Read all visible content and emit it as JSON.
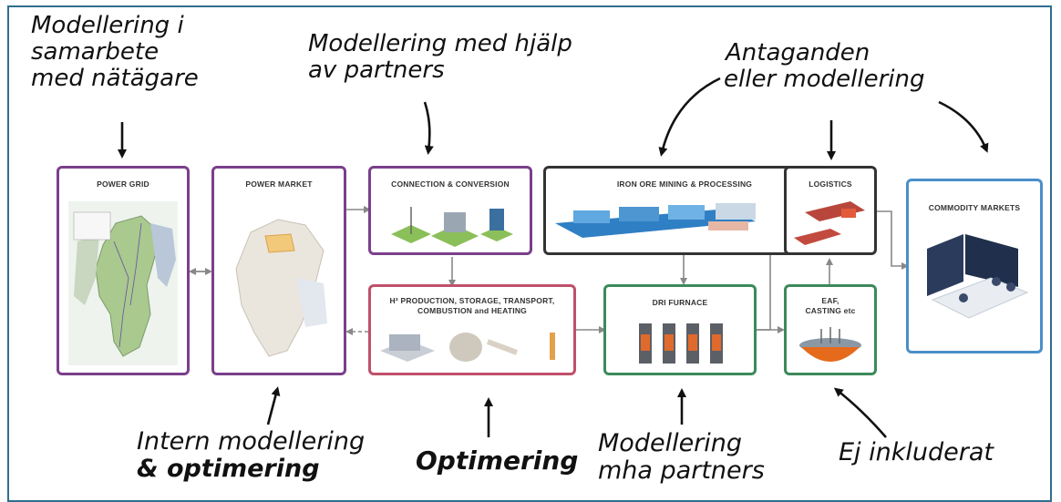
{
  "annotations": {
    "nat_partner": [
      "Modellering i",
      "samarbete",
      "med nätägare"
    ],
    "hjalp_partners": [
      "Modellering med hjälp",
      "av partners"
    ],
    "antaganden": [
      "Antaganden",
      "eller modellering"
    ],
    "intern": [
      "Intern modellering",
      "& optimering"
    ],
    "optimering": "Optimering",
    "mha_partners": [
      "Modellering",
      "mha partners"
    ],
    "ej_inkluderat": "Ej inkluderat"
  },
  "boxes": {
    "power_grid": "POWER GRID",
    "power_market": "POWER MARKET",
    "connection": "CONNECTION & CONVERSION",
    "iron_ore": "IRON ORE MINING & PROCESSING",
    "logistics": "LOGISTICS",
    "commodity": "COMMODITY MARKETS",
    "h2": [
      "H² PRODUCTION, STORAGE, TRANSPORT,",
      "COMBUSTION and HEATING"
    ],
    "dri": "DRI FURNACE",
    "eaf": [
      "EAF,",
      "CASTING etc"
    ]
  },
  "colors": {
    "purple": "#7b3f8c",
    "pink": "#c0506a",
    "dark": "#333333",
    "green": "#3c8a5a",
    "blue": "#4a8fc9",
    "frame": "#2f6f8f"
  }
}
